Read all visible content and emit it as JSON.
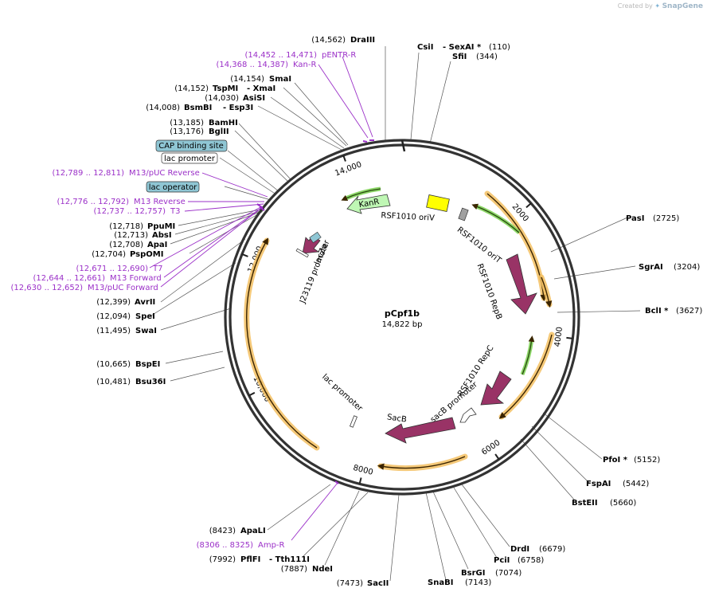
{
  "credit": {
    "prefix": "Created by",
    "brand": "SnapGene"
  },
  "plasmid": {
    "name": "pCpf1b",
    "size_label": "14,822 bp",
    "length": 14822
  },
  "ticks": [
    {
      "bp": 2000,
      "label": "2000"
    },
    {
      "bp": 4000,
      "label": "4000"
    },
    {
      "bp": 6000,
      "label": "6000"
    },
    {
      "bp": 8000,
      "label": "8000"
    },
    {
      "bp": 10000,
      "label": "10,000"
    },
    {
      "bp": 12000,
      "label": "12,000"
    },
    {
      "bp": 14000,
      "label": "14,000"
    }
  ],
  "sites": [
    {
      "name": "DraIII",
      "pos": "(14,562)",
      "bp": 14562
    },
    {
      "name": "CsiI",
      "pos": "",
      "bp": 110
    },
    {
      "name": "- SexAI *",
      "pos": "(110)",
      "bp": 110
    },
    {
      "name": "SfiI",
      "pos": "(344)",
      "bp": 344
    },
    {
      "name": "SmaI",
      "pos": "(14,154)",
      "bp": 14154
    },
    {
      "name": "TspMI",
      "pos": "(14,152)",
      "bp": 14152
    },
    {
      "name": "- XmaI",
      "pos": "",
      "bp": 14152
    },
    {
      "name": "AsiSI",
      "pos": "(14,030)",
      "bp": 14030
    },
    {
      "name": "BsmBI",
      "pos": "(14,008)",
      "bp": 14008
    },
    {
      "name": "- Esp3I",
      "pos": "",
      "bp": 14008
    },
    {
      "name": "BamHI",
      "pos": "(13,185)",
      "bp": 13185
    },
    {
      "name": "BglII",
      "pos": "(13,176)",
      "bp": 13176
    },
    {
      "name": "PpuMI",
      "pos": "(12,718)",
      "bp": 12718
    },
    {
      "name": "AbsI",
      "pos": "(12,713)",
      "bp": 12713
    },
    {
      "name": "ApaI",
      "pos": "(12,708)",
      "bp": 12708
    },
    {
      "name": "PspOMI",
      "pos": "(12,704)",
      "bp": 12704
    },
    {
      "name": "AvrII",
      "pos": "(12,399)",
      "bp": 12399
    },
    {
      "name": "SpeI",
      "pos": "(12,094)",
      "bp": 12094
    },
    {
      "name": "SwaI",
      "pos": "(11,495)",
      "bp": 11495
    },
    {
      "name": "BspEI",
      "pos": "(10,665)",
      "bp": 10665
    },
    {
      "name": "Bsu36I",
      "pos": "(10,481)",
      "bp": 10481
    },
    {
      "name": "PasI",
      "pos": "(2725)",
      "bp": 2725
    },
    {
      "name": "SgrAI",
      "pos": "(3204)",
      "bp": 3204
    },
    {
      "name": "BclI *",
      "pos": "(3627)",
      "bp": 3627
    },
    {
      "name": "PfoI *",
      "pos": "(5152)",
      "bp": 5152
    },
    {
      "name": "FspAI",
      "pos": "(5442)",
      "bp": 5442
    },
    {
      "name": "BstEII",
      "pos": "(5660)",
      "bp": 5660
    },
    {
      "name": "DrdI",
      "pos": "(6679)",
      "bp": 6679
    },
    {
      "name": "PciI",
      "pos": "(6758)",
      "bp": 6758
    },
    {
      "name": "BsrGI",
      "pos": "(7074)",
      "bp": 7074
    },
    {
      "name": "SnaBI",
      "pos": "(7143)",
      "bp": 7143
    },
    {
      "name": "SacII",
      "pos": "(7473)",
      "bp": 7473
    },
    {
      "name": "NdeI",
      "pos": "(7887)",
      "bp": 7887
    },
    {
      "name": "PflFI",
      "pos": "(7992)",
      "bp": 7992
    },
    {
      "name": "- Tth111I",
      "pos": "",
      "bp": 7992
    },
    {
      "name": "ApaLI",
      "pos": "(8423)",
      "bp": 8423
    }
  ],
  "primers": [
    {
      "name": "pENTR-R",
      "range": "(14,452 .. 14,471)",
      "bp": 14461
    },
    {
      "name": "Kan-R",
      "range": "(14,368 .. 14,387)",
      "bp": 14377
    },
    {
      "name": "M13/pUC Reverse",
      "range": "(12,789 .. 12,811)",
      "bp": 12800
    },
    {
      "name": "M13 Reverse",
      "range": "(12,776 .. 12,792)",
      "bp": 12784
    },
    {
      "name": "T3",
      "range": "(12,737 .. 12,757)",
      "bp": 12747
    },
    {
      "name": "T7",
      "range": "(12,671 .. 12,690)",
      "bp": 12680
    },
    {
      "name": "M13 Forward",
      "range": "(12,644 .. 12,661)",
      "bp": 12652
    },
    {
      "name": "M13/pUC Forward",
      "range": "(12,630 .. 12,652)",
      "bp": 12641
    },
    {
      "name": "Amp-R",
      "range": "(8306 .. 8325)",
      "bp": 8316
    }
  ],
  "boxed_features": [
    {
      "name": "CAP binding site",
      "color": "#8fc6d4"
    },
    {
      "name": "lac promoter",
      "color": "#ffffff"
    },
    {
      "name": "lac operator",
      "color": "#8fc6d4"
    }
  ],
  "features": [
    {
      "name": "KanR",
      "color": "#bff7b4"
    },
    {
      "name": "RSF1010 oriV",
      "color": "#ffff00"
    },
    {
      "name": "RSF1010 oriT",
      "color": "#a0a0a0"
    },
    {
      "name": "RSF1010 RepB",
      "color": "#993366"
    },
    {
      "name": "RSF1010 RepC",
      "color": "#993366"
    },
    {
      "name": "sacB promoter",
      "color": "#ffffff"
    },
    {
      "name": "SacB",
      "color": "#993366"
    },
    {
      "name": "lac promoter",
      "color": "#ffffff"
    },
    {
      "name": "lacZα",
      "color": "#993366"
    },
    {
      "name": "J23119 promoter",
      "color": "#ffffff"
    }
  ],
  "colors": {
    "backbone": "#333333",
    "orf": "#f3c062",
    "orf_arrow": "#3a2400",
    "green": "#7fd257",
    "primer": "#9b30c8"
  }
}
